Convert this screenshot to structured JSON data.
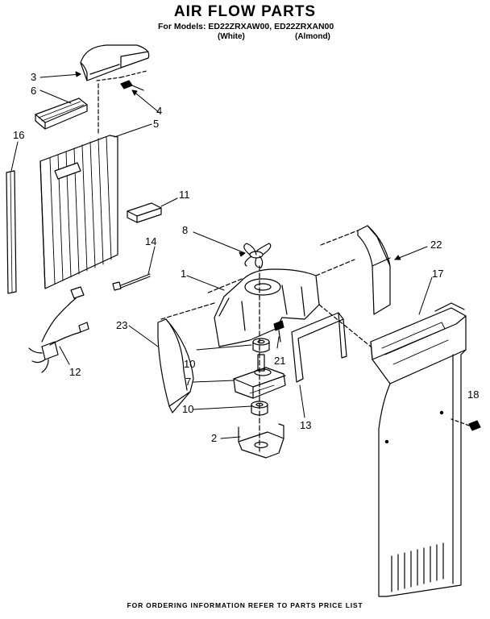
{
  "header": {
    "title": "AIR FLOW PARTS",
    "models_line": "For Models: ED22ZRXAW00, ED22ZRXAN00",
    "variant_white": "(White)",
    "variant_almond": "(Almond)"
  },
  "callouts": [
    "3",
    "6",
    "4",
    "5",
    "16",
    "11",
    "14",
    "8",
    "22",
    "17",
    "1",
    "23",
    "21",
    "10",
    "7",
    "10",
    "12",
    "13",
    "18",
    "2"
  ],
  "footer": {
    "note": "FOR ORDERING INFORMATION REFER TO PARTS PRICE LIST"
  },
  "colors": {
    "ink": "#000000",
    "paper": "#ffffff"
  }
}
